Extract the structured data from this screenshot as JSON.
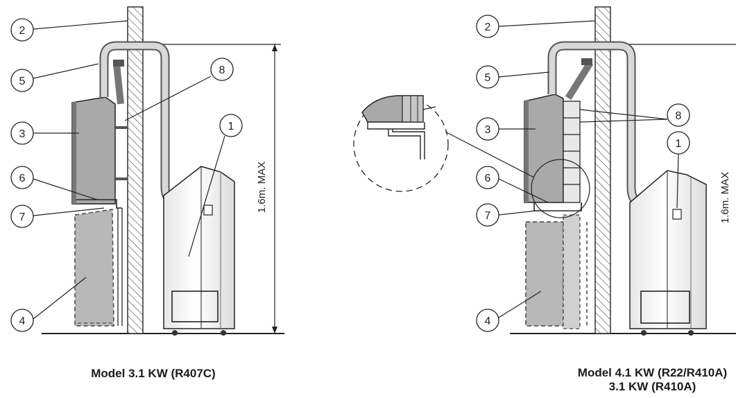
{
  "captions": {
    "left": "Model 3.1 KW (R407C)",
    "right_line1": "Model 4.1 KW (R22/R410A)",
    "right_line2": "3.1 KW (R410A)"
  },
  "callouts": {
    "n1": "1",
    "n2": "2",
    "n3": "3",
    "n4": "4",
    "n5": "5",
    "n6": "6",
    "n7": "7",
    "n8": "8"
  },
  "height_label": "1.6m. MAX",
  "colors": {
    "unit_fill": "#a9a9a9",
    "unit_dark": "#6e6e6e",
    "line": "#222222",
    "cabinet_fill": "#f4f4f4",
    "callout_fill": "#ffffff"
  }
}
